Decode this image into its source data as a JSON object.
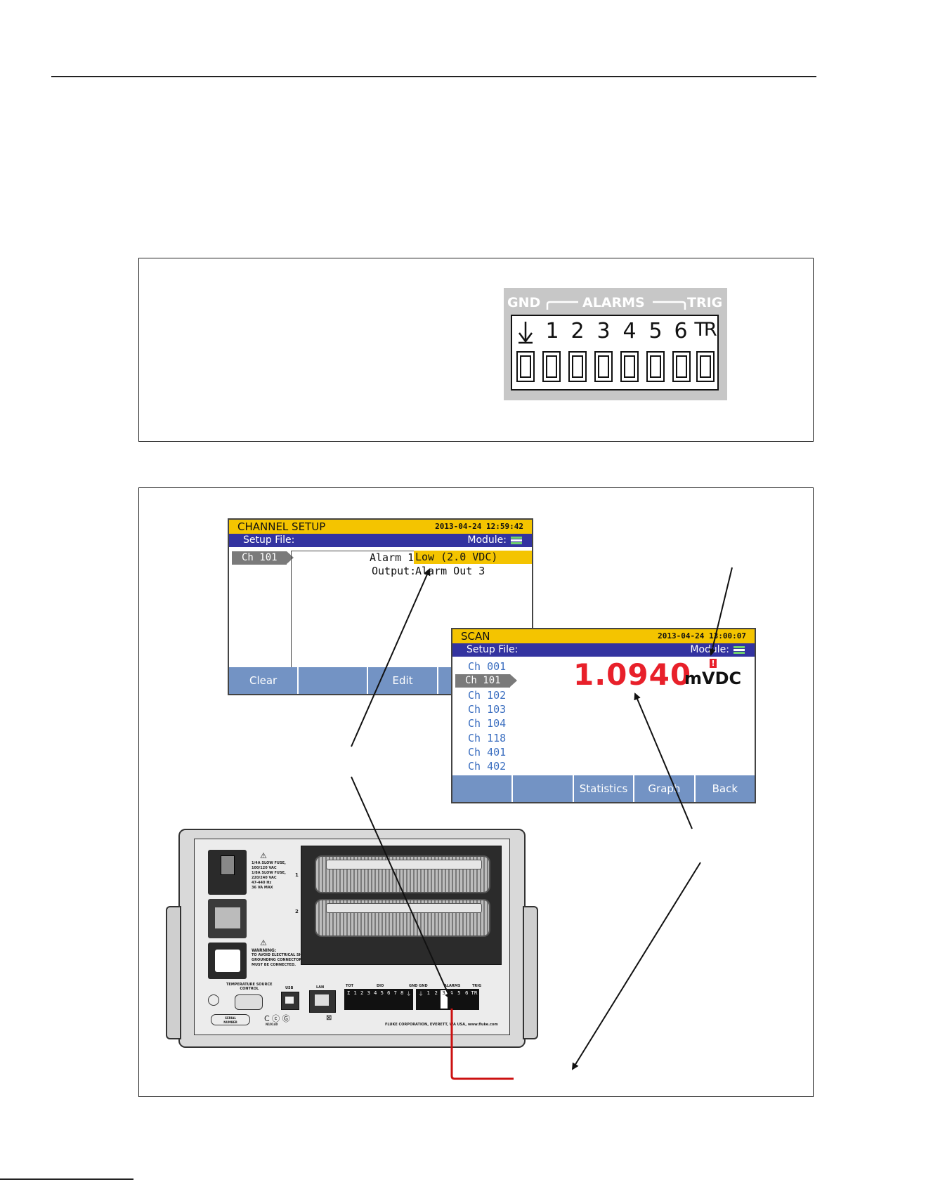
{
  "terminal_block": {
    "labels": {
      "gnd": "GND",
      "alarms": "ALARMS",
      "trig": "TRIG"
    },
    "terminals": [
      "1",
      "2",
      "3",
      "4",
      "5",
      "6",
      "TR"
    ]
  },
  "channel_setup_screen": {
    "title": "CHANNEL SETUP",
    "datetime": "2013-04-24 12:59:42",
    "setup_file_label": "Setup File:",
    "module_label": "Module:",
    "selected_channel": "Ch 101",
    "alarm_label": "Alarm 1:",
    "alarm_value": "Low (2.0 VDC)",
    "output_label": "Output:",
    "output_value": "Alarm Out 3",
    "softkeys": [
      "Clear",
      "",
      "Edit",
      ""
    ]
  },
  "scan_screen": {
    "title": "SCAN",
    "datetime": "2013-04-24 13:00:07",
    "setup_file_label": "Setup File:",
    "module_label": "Module:",
    "channels": [
      "Ch 001",
      "Ch 101",
      "Ch 102",
      "Ch 103",
      "Ch 104",
      "Ch 118",
      "Ch 401",
      "Ch 402"
    ],
    "selected_index": 1,
    "alarm_indicator": "!",
    "reading_value": "1.0940",
    "reading_unit": "mVDC",
    "softkeys": [
      "",
      "",
      "Statistics",
      "Graph",
      "Back"
    ]
  },
  "rear_panel": {
    "fuse_text": [
      "1/4A SLOW FUSE,",
      "100/120 VAC",
      "1/8A SLOW FUSE,",
      "220/240 VAC",
      "47-440 Hz",
      "36 VA MAX"
    ],
    "warning_title": "WARNING:",
    "warning_text": [
      "TO AVOID ELECTRICAL SHOCK,",
      "GROUNDING CONNECTOR IN POWER CORD",
      "MUST BE CONNECTED."
    ],
    "slot_numbers": [
      "1",
      "2"
    ],
    "temp_source_label": [
      "TEMPERATURE SOURCE",
      "CONTROL"
    ],
    "usb_label": "USB",
    "lan_label": "LAN",
    "serial_label": [
      "SERIAL",
      "NUMBER"
    ],
    "tot_label": "TOT",
    "dio_label": "DIO",
    "gnd_labels": "GND GND",
    "alarms_label": "ALARMS",
    "trig_label": "TRIG",
    "dio_terminals": [
      "Σ",
      "1",
      "2",
      "3",
      "4",
      "5",
      "6",
      "7",
      "8",
      "⏚"
    ],
    "alarm_terminals": [
      "⏚",
      "1",
      "2",
      "3",
      "4",
      "5",
      "6",
      "TR"
    ],
    "footer": "FLUKE CORPORATION, EVERETT, WA USA,  www.fluke.com",
    "cert_text": "N10140"
  },
  "colors": {
    "title_bar": "#f4c400",
    "header_bar": "#3333a0",
    "softkey": "#7393c4",
    "channel_text": "#3c6fc0",
    "reading": "#e8202a",
    "alarm_wire": "#cc1111"
  }
}
